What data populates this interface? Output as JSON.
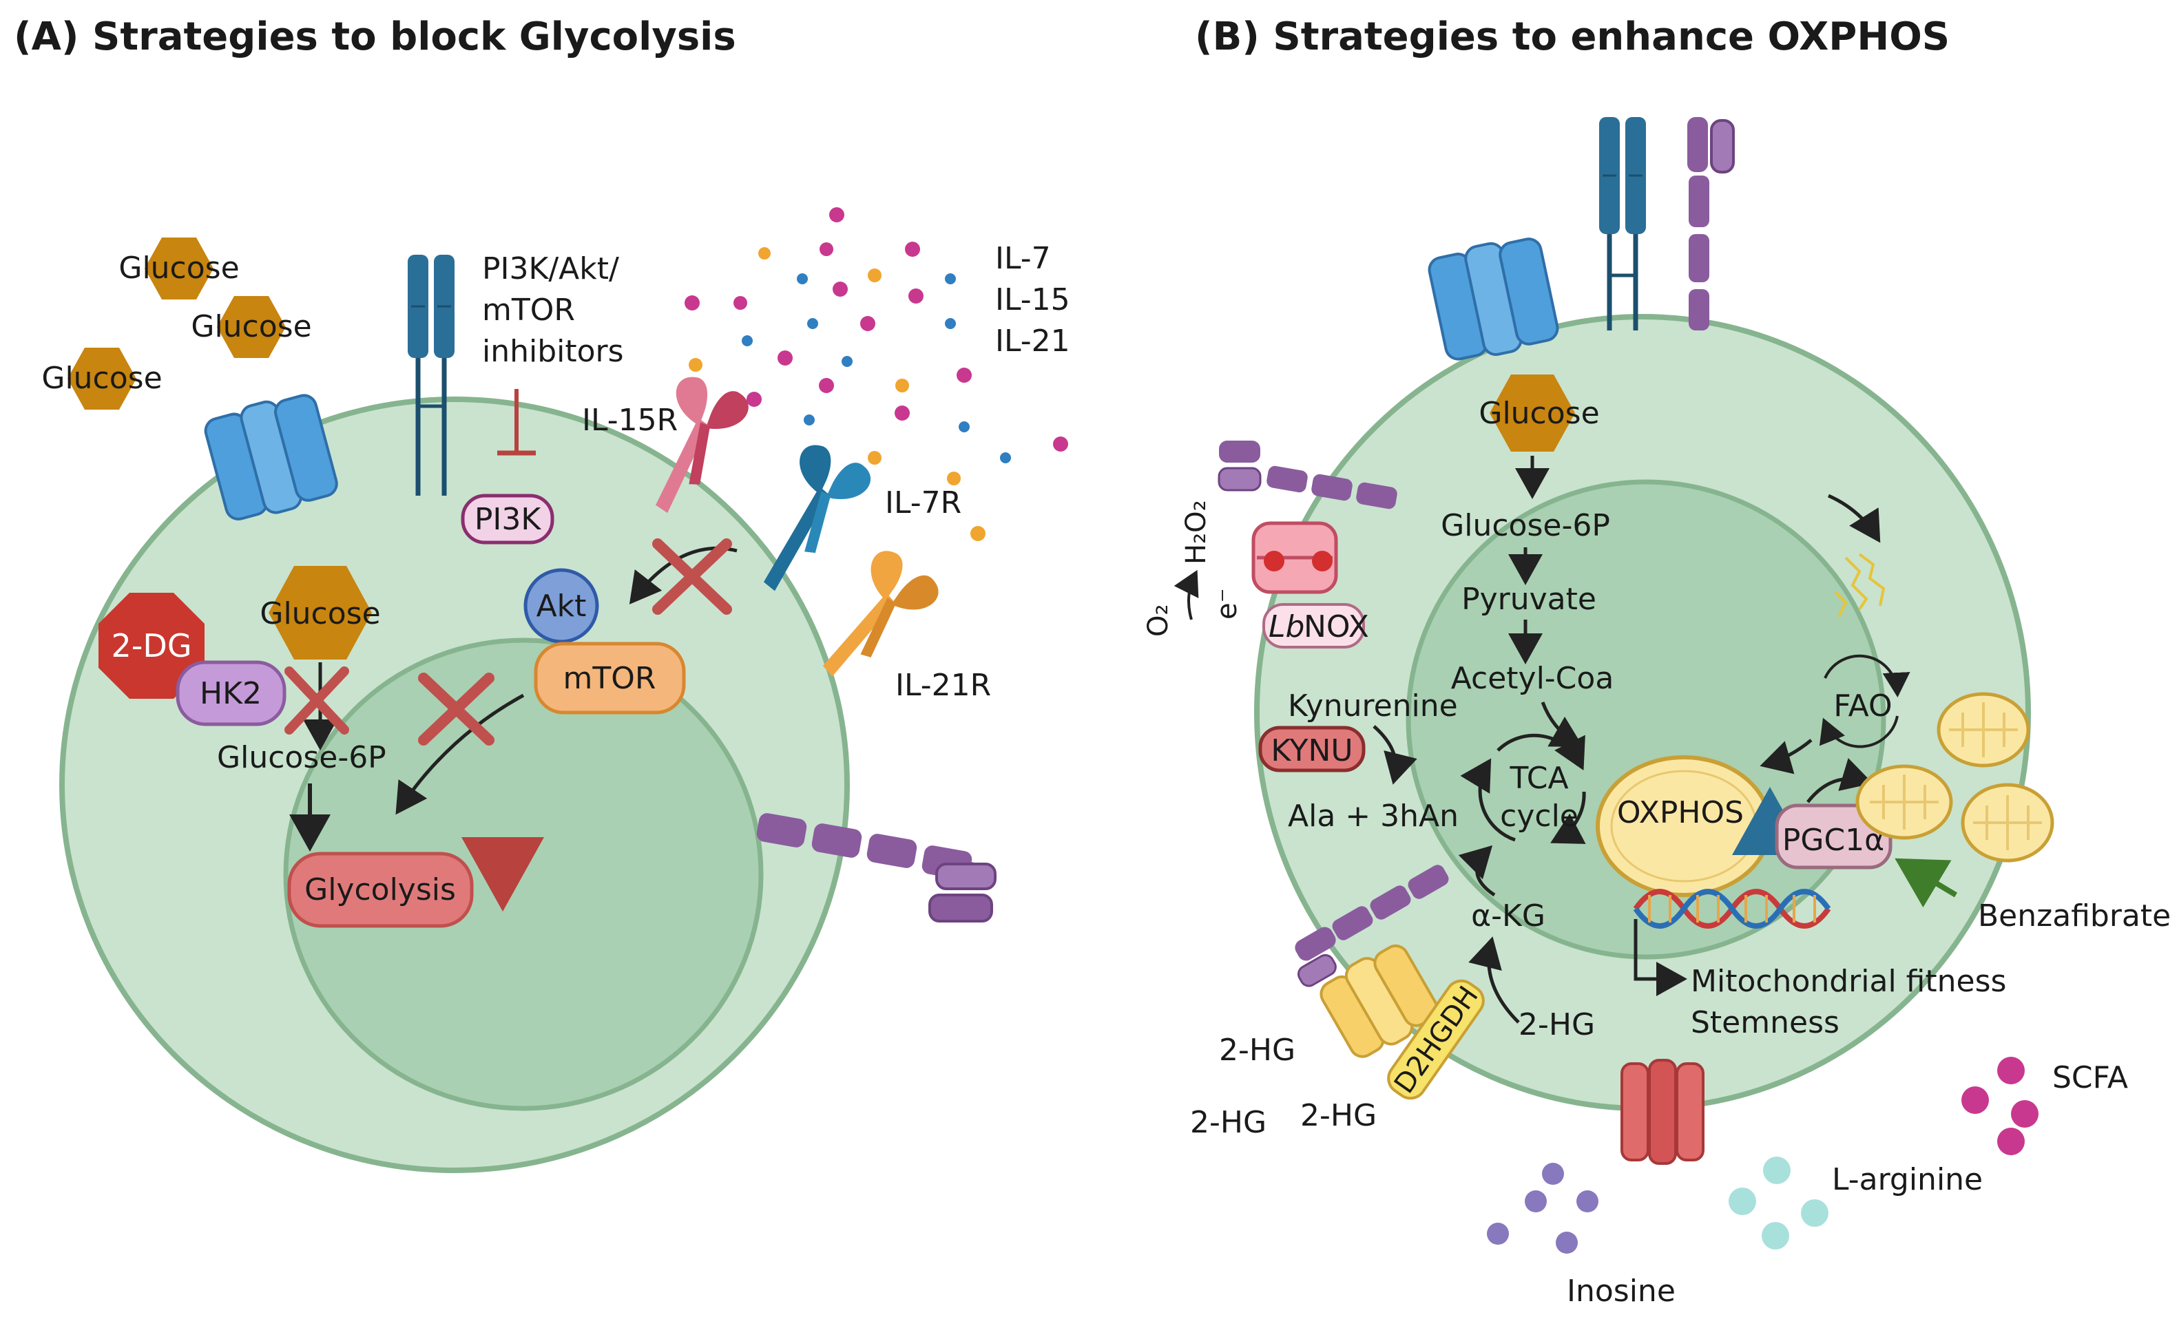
{
  "colors": {
    "cell_outer": "#c9e3cf",
    "cell_border": "#86b48f",
    "cell_inner": "#a9d0b2",
    "glucose": "#c8850f",
    "receptor_blue": "#2a6f97",
    "receptor_purple": "#8a5c9e",
    "transporter_blue": "#4f9fdd",
    "inhibit_red": "#b8423e",
    "arrow_dark": "#222222",
    "glycolysis_fill": "#e07a7a",
    "mtor_fill": "#f4b67a",
    "mito_fill": "#fbe7a4",
    "pink_dot": "#c8388f",
    "blue_dot": "#2f7fc1",
    "orange_dot": "#f0a530"
  },
  "panel_a": {
    "title": "(A)  Strategies to block Glycolysis",
    "glucose_labels": [
      "Glucose",
      "Glucose",
      "Glucose"
    ],
    "glucose_inside": "Glucose",
    "inhibitor_label_1": "PI3K/Akt/",
    "inhibitor_label_2": "mTOR",
    "inhibitor_label_3": "inhibitors",
    "pi3k": "PI3K",
    "akt": "Akt",
    "mtor": "mTOR",
    "dg2": "2-DG",
    "hk2": "HK2",
    "glucose6p": "Glucose-6P",
    "glycolysis": "Glycolysis",
    "il15r": "IL-15R",
    "il7r": "IL-7R",
    "il21r": "IL-21R",
    "il7": "IL-7",
    "il15": "IL-15",
    "il21": "IL-21"
  },
  "panel_b": {
    "title": "(B)  Strategies to enhance OXPHOS",
    "glucose": "Glucose",
    "glucose6p": "Glucose-6P",
    "pyruvate": "Pyruvate",
    "acetyl_coa": "Acetyl-Coa",
    "tca_1": "TCA",
    "tca_2": "cycle",
    "akg": "α-KG",
    "hg_inside": "2-HG",
    "hg_outside": [
      "2-HG",
      "2-HG",
      "2-HG"
    ],
    "d2hgdh": "D2HGDH",
    "kynurenine": "Kynurenine",
    "kynu": "KYNU",
    "ala": "Ala + 3hAn",
    "lbnox_italic": "Lb",
    "lbnox_rest": "NOX",
    "o2": "O₂",
    "h2o2": "H₂O₂",
    "electron": "e⁻",
    "oxphos": "OXPHOS",
    "pgc1a": "PGC1α",
    "fao": "FAO",
    "benzafibrate": "Benzafibrate",
    "mito_fitness": "Mitochondrial fitness",
    "stemness": "Stemness",
    "scfa": "SCFA",
    "l_arginine": "L-arginine",
    "inosine": "Inosine"
  }
}
